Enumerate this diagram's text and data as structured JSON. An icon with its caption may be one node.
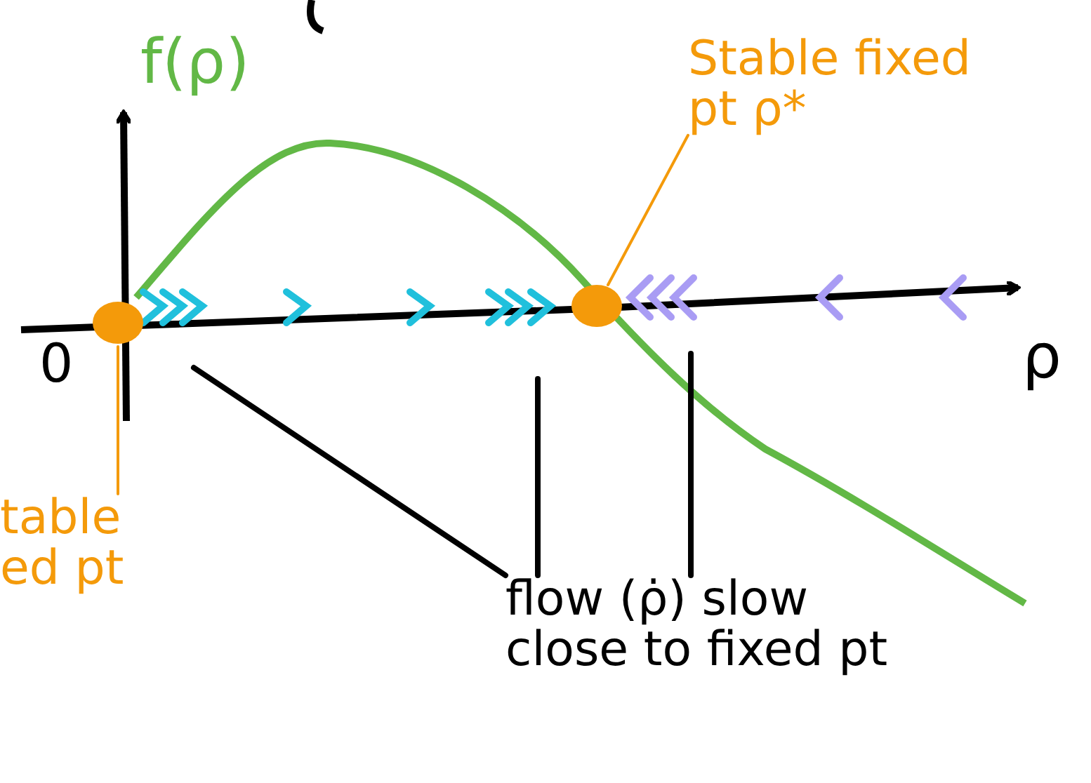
{
  "diagram": {
    "nodes": [
      {
        "text": [
          "Stable fixed pt ρ*"
        ]
      },
      {
        "text": [],
        "shape": "circle"
      },
      {
        "text": [
          "table ed pt"
        ]
      },
      {
        "text": [],
        "shape": "circle"
      },
      {
        "text": [
          "flow (ρ̇) slow close to fixed pt"
        ]
      }
    ],
    "edges": [
      {
        "from": 0,
        "to": 3,
        "arrow": "none",
        "color": "#f49a0a"
      },
      {
        "from": 2,
        "to": 1,
        "arrow": "none",
        "color": "#f49a0a"
      },
      {
        "from": 4,
        "to": null,
        "arrow": "none"
      },
      {
        "from": 4,
        "to": null,
        "arrow": "none"
      },
      {
        "from": 4,
        "to": null,
        "arrow": "none"
      }
    ],
    "labels": [
      "f(ρ)",
      "0",
      "ρ"
    ]
  }
}
